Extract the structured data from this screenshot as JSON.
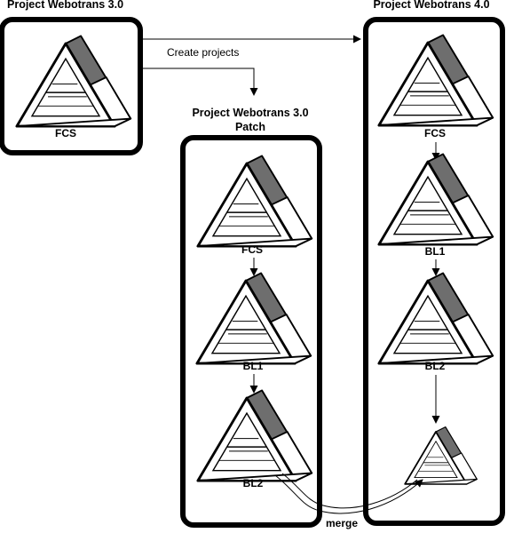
{
  "projects": {
    "v30": {
      "title": "Project Webotrans 3.0",
      "baselines": [
        "FCS"
      ]
    },
    "patch": {
      "title_line1": "Project Webotrans 3.0",
      "title_line2": "Patch",
      "baselines": [
        "FCS",
        "BL1",
        "BL2"
      ]
    },
    "v40": {
      "title": "Project Webotrans 4.0",
      "baselines": [
        "FCS",
        "BL1",
        "BL2"
      ]
    }
  },
  "arrows": {
    "create_label": "Create projects",
    "merge_label": "merge"
  },
  "colors": {
    "frame": "#000000",
    "side_face": "#6e6e6e",
    "background": "#ffffff"
  }
}
